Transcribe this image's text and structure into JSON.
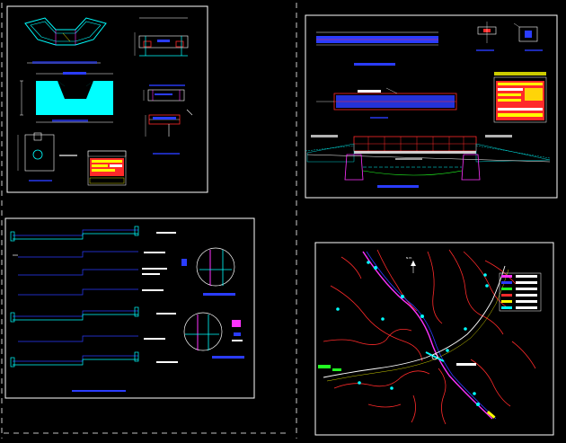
{
  "colors": {
    "background": "#000000",
    "sheet_border": "#ffffff",
    "cyan": "#00ffff",
    "blue": "#2a3cff",
    "red": "#ff2a2a",
    "magenta": "#ff33ff",
    "yellow": "#ffff00",
    "green": "#22ff22"
  },
  "sheets": [
    {
      "id": "structure-details",
      "label": ""
    },
    {
      "id": "bridge-elevation",
      "label": ""
    },
    {
      "id": "rebar-details",
      "label": ""
    },
    {
      "id": "location-map",
      "label": ""
    }
  ],
  "north_arrow": {
    "label": "N.M."
  }
}
